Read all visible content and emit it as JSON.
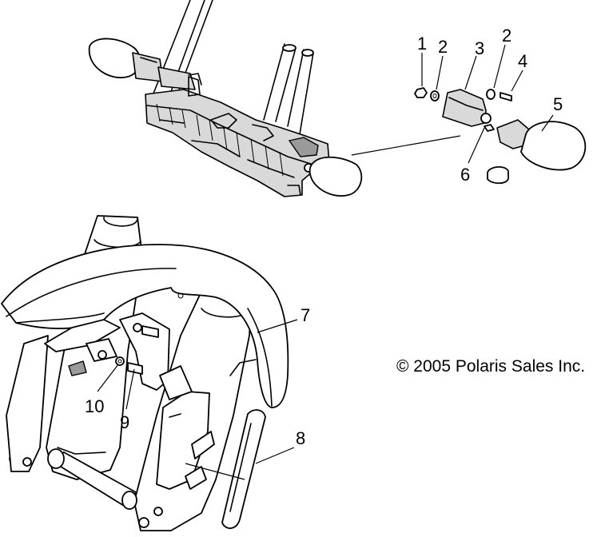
{
  "callouts": [
    {
      "id": "1",
      "text": "1"
    },
    {
      "id": "2a",
      "text": "2"
    },
    {
      "id": "2b",
      "text": "2"
    },
    {
      "id": "3",
      "text": "3"
    },
    {
      "id": "4",
      "text": "4"
    },
    {
      "id": "5",
      "text": "5"
    },
    {
      "id": "6",
      "text": "6"
    },
    {
      "id": "7",
      "text": "7"
    },
    {
      "id": "8",
      "text": "8"
    },
    {
      "id": "9",
      "text": "9"
    },
    {
      "id": "10",
      "text": "10"
    }
  ],
  "copyright": "© 2005 Polaris Sales Inc.",
  "colors": {
    "line": "#000000",
    "background": "#ffffff",
    "shade": "#d9d9d9"
  }
}
